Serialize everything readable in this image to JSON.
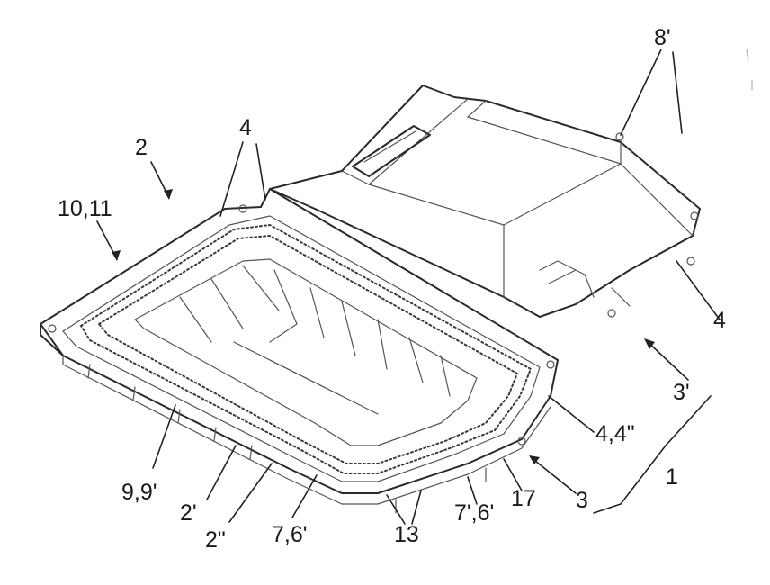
{
  "labels": {
    "l_2": "2",
    "l_4_top": "4",
    "l_10_11": "10,11",
    "l_8prime": "8'",
    "l_4_right": "4",
    "l_3prime": "3'",
    "l_4_4pp": "4,4\"",
    "l_1": "1",
    "l_3": "3",
    "l_17": "17",
    "l_7_6prime_r": "7',6'",
    "l_13": "13",
    "l_7_6prime_l": "7,6'",
    "l_2pp": "2\"",
    "l_2prime": "2'",
    "l_9_9prime": "9,9'"
  }
}
